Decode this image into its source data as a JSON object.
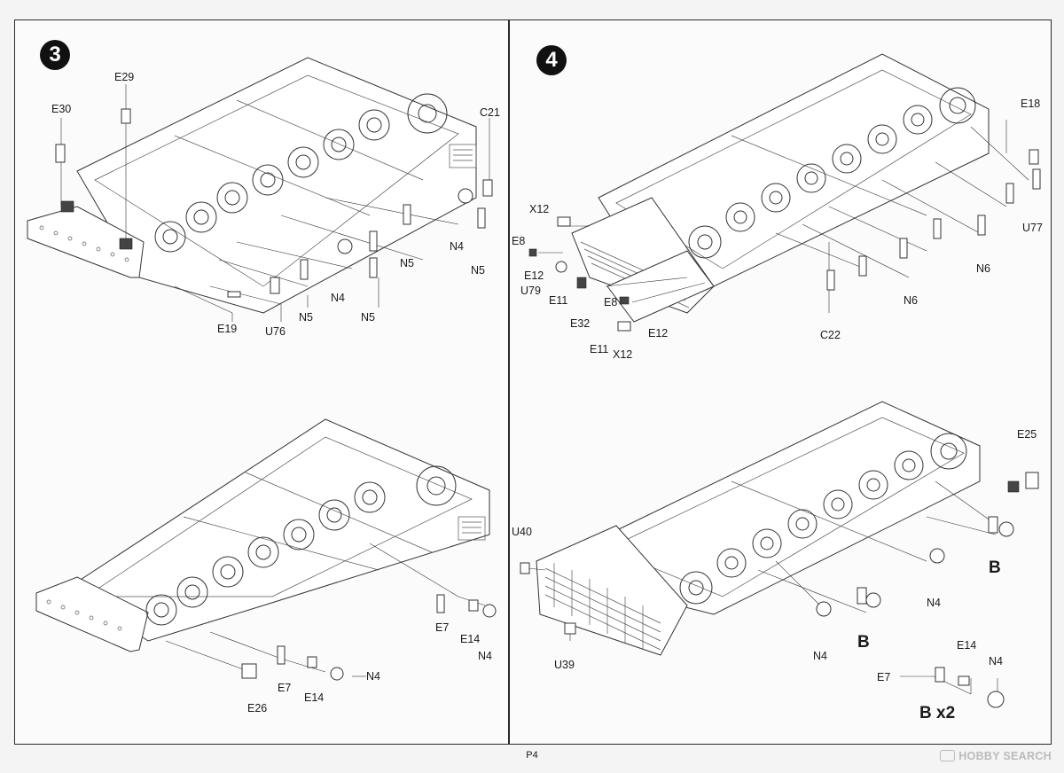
{
  "page_number": "P4",
  "watermark": "HOBBY SEARCH",
  "steps": [
    {
      "number": "3",
      "labels": {
        "e30": "E30",
        "e29": "E29",
        "c21": "C21",
        "n4_a": "N4",
        "n5_a": "N5",
        "n5_b": "N5",
        "n4_b": "N4",
        "n5_c": "N5",
        "n5_d": "N5",
        "e19": "E19",
        "u76": "U76",
        "e7_a": "E7",
        "e14_a": "E14",
        "n4_c": "N4",
        "e7_b": "E7",
        "e14_b": "E14",
        "n4_d": "N4",
        "e26": "E26"
      }
    },
    {
      "number": "4",
      "labels": {
        "e18": "E18",
        "u77": "U77",
        "n6_a": "N6",
        "n6_b": "N6",
        "x12_a": "X12",
        "e8_a": "E8",
        "e12_a": "E12",
        "u79": "U79",
        "e11_a": "E11",
        "e32": "E32",
        "e8_b": "E8",
        "e12_b": "E12",
        "e11_b": "E11",
        "x12_b": "X12",
        "c22": "C22",
        "e25": "E25",
        "u40": "U40",
        "n4_a": "N4",
        "n4_b": "N4",
        "b_a": "B",
        "b_b": "B",
        "u39": "U39",
        "e14": "E14",
        "n4_c": "N4",
        "e7": "E7",
        "b_x2": "B x2"
      }
    }
  ]
}
